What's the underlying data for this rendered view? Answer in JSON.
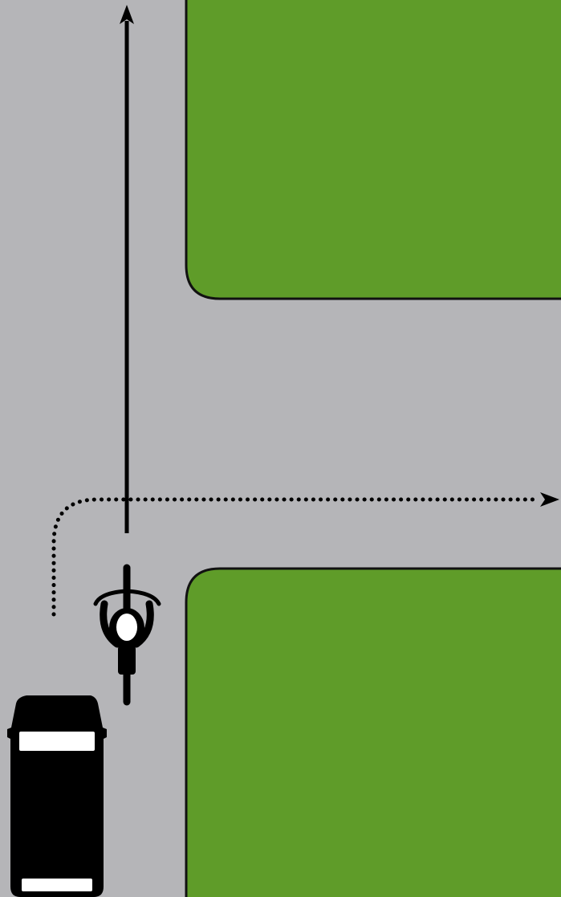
{
  "diagram": {
    "colors": {
      "road": "#b5b5b8",
      "grass": "#5f9c29",
      "edge": "#111111",
      "vehicle": "#000000",
      "window": "#ffffff"
    },
    "elements": [
      {
        "name": "road-surface",
        "kind": "road"
      },
      {
        "name": "grass-block-top-right",
        "kind": "grass"
      },
      {
        "name": "grass-block-bottom-right",
        "kind": "grass"
      },
      {
        "name": "straight-ahead-path-arrow",
        "kind": "path",
        "style": "solid"
      },
      {
        "name": "right-turn-path-arrow",
        "kind": "path",
        "style": "dotted"
      },
      {
        "name": "bicycle-icon",
        "kind": "vehicle"
      },
      {
        "name": "van-icon",
        "kind": "vehicle"
      }
    ]
  }
}
